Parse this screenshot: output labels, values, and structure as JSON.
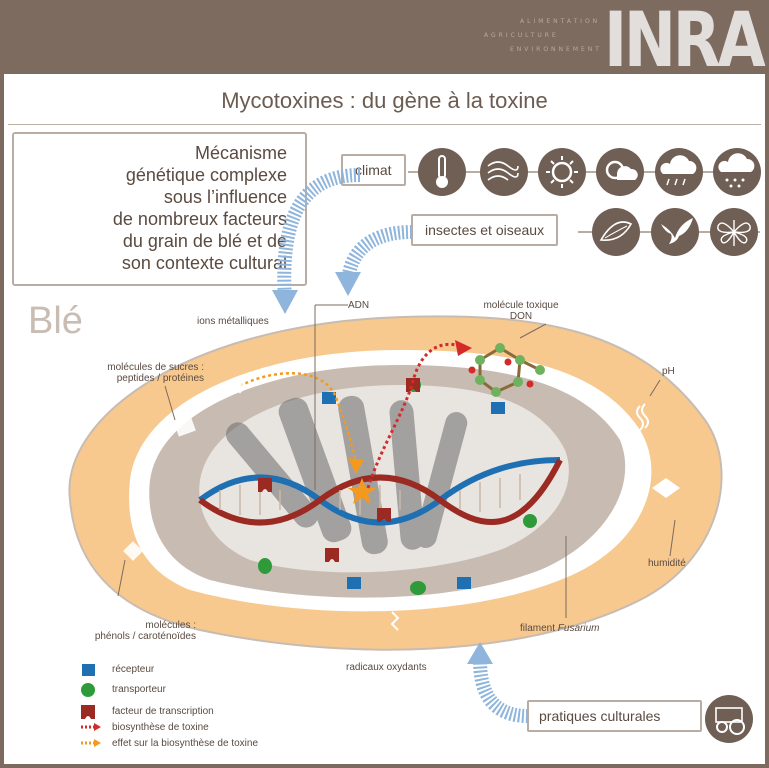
{
  "header": {
    "logo_small_lines": [
      "ALIMENTATION",
      "AGRICULTURE",
      "ENVIRONNEMENT"
    ],
    "logo": "INRA"
  },
  "title": "Mycotoxines : du gène à la toxine",
  "mechanism": {
    "lines": [
      "Mécanisme",
      "génétique complexe",
      "sous l’influence",
      "de nombreux facteurs",
      "du grain de blé et de",
      "son contexte cultural"
    ]
  },
  "factors": {
    "climat": "climat",
    "insectes": "insectes et oiseaux",
    "pratiques": "pratiques culturales",
    "climat_icons": [
      "thermometer-icon",
      "wind-icon",
      "sun-icon",
      "sun-cloud-icon",
      "rain-cloud-icon",
      "rain-heavy-icon"
    ],
    "insect_icons": [
      "leaf-insect-icon",
      "bird-icon",
      "butterfly-icon"
    ]
  },
  "labels": {
    "ble": "Blé",
    "adn": "ADN",
    "toxic_line1": "molécule toxique",
    "toxic_line2": "DON",
    "ions": "ions métalliques",
    "sucres_line1": "molécules de sucres :",
    "sucres_line2": "peptides / protéines",
    "ph": "pH",
    "humidite": "humidité",
    "phenols_line1": "molécules :",
    "phenols_line2": "phénols / caroténoïdes",
    "filament": "filament",
    "fusarium": "Fusarium",
    "radicaux": "radicaux oxydants"
  },
  "legend": {
    "recepteur": "récepteur",
    "transporteur": "transporteur",
    "facteur": "facteur de transcription",
    "biosynthese": "biosynthèse de toxine",
    "effet": "effet sur la biosynthèse de toxine"
  },
  "colors": {
    "brown": "#7d6b5f",
    "grain_outer": "#f7c98e",
    "grain_mid": "#c8bcb2",
    "receptor": "#1f6fb3",
    "transporter": "#2e9a3a",
    "factor": "#9b2a22",
    "toxin_arrow": "#d42a2a",
    "effect_arrow": "#f39a1e",
    "blue_arrow": "#8fb5dc"
  }
}
